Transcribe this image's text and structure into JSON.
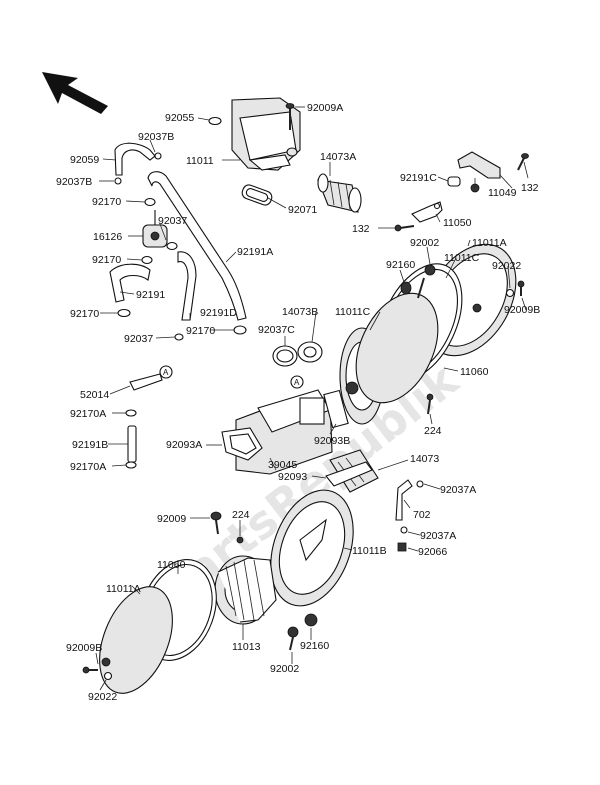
{
  "watermark": "PartsRepublik",
  "callout_letter": "A",
  "labels": {
    "p92009A_top": "92009A",
    "p92055": "92055",
    "p92037B_a": "92037B",
    "p92059": "92059",
    "p92037B_b": "92037B",
    "p11011": "11011",
    "p14073A": "14073A",
    "p92191C": "92191C",
    "p11049": "11049",
    "p132_r": "132",
    "p92071": "92071",
    "p92170_a": "92170",
    "p92037_a": "92037",
    "p16126": "16126",
    "p92191A": "92191A",
    "p11050": "11050",
    "p132_l": "132",
    "p92002_top": "92002",
    "p11011A_top": "11011A",
    "p11011C_a": "11011C",
    "p92170_b": "92170",
    "p92160_top": "92160",
    "p92022_top": "92022",
    "p92191": "92191",
    "p14073B": "14073B",
    "p11011C_b": "11011C",
    "p92009B_top": "92009B",
    "p92170_c": "92170",
    "p92191D": "92191D",
    "p92037C": "92037C",
    "p92170_d": "92170",
    "p92037_b": "92037",
    "p11060_top": "11060",
    "p52014": "52014",
    "p92170A_a": "92170A",
    "p224_top": "224",
    "p92191B": "92191B",
    "p92093A": "92093A",
    "p92093B": "92093B",
    "p92170A_b": "92170A",
    "p14073": "14073",
    "p39045": "39045",
    "p92093": "92093",
    "p92037A_a": "92037A",
    "p702": "702",
    "p92009": "92009",
    "p224_bot": "224",
    "p92037A_b": "92037A",
    "p11011B": "11011B",
    "p92066": "92066",
    "p11060_bot": "11060",
    "p11011A_bot": "11011A",
    "p11013": "11013",
    "p92009B_bot": "92009B",
    "p92160_bot": "92160",
    "p92002_bot": "92002",
    "p92022_bot": "92022"
  }
}
